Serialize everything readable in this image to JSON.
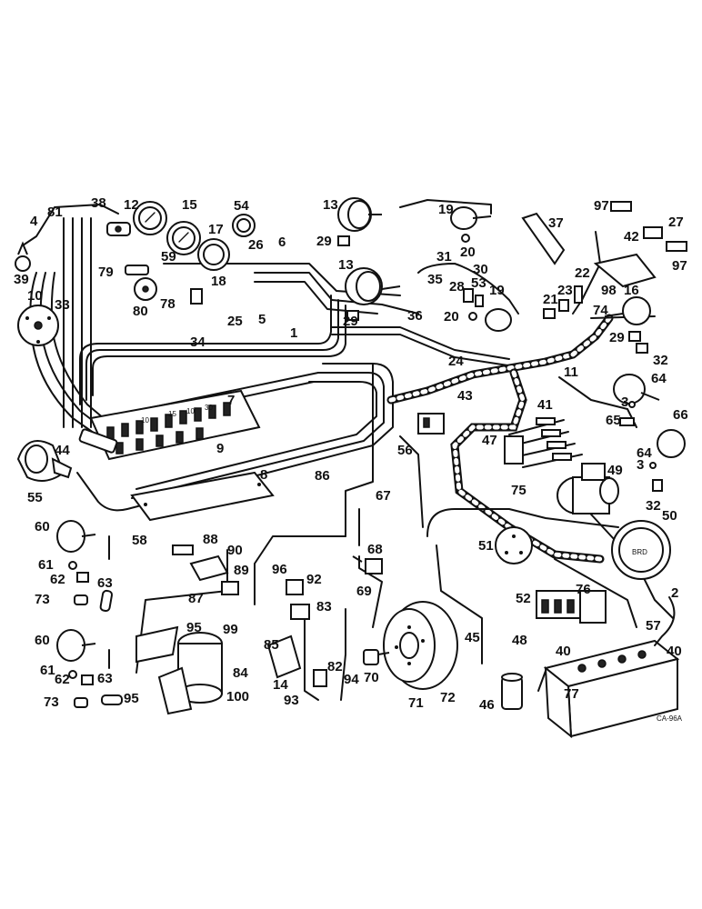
{
  "diagram": {
    "reference_code": "CA-96A",
    "callouts": {
      "c1": "1",
      "c2": "2",
      "c3a": "3",
      "c3b": "3",
      "c4": "4",
      "c5": "5",
      "c6": "6",
      "c7": "7",
      "c8": "8",
      "c9": "9",
      "c10": "10",
      "c11": "11",
      "c12": "12",
      "c13a": "13",
      "c13b": "13",
      "c14": "14",
      "c15": "15",
      "c16": "16",
      "c17": "17",
      "c18": "18",
      "c19a": "19",
      "c19b": "19",
      "c20a": "20",
      "c20b": "20",
      "c21": "21",
      "c22": "22",
      "c23": "23",
      "c24": "24",
      "c25": "25",
      "c26": "26",
      "c27": "27",
      "c28": "28",
      "c29a": "29",
      "c29b": "29",
      "c29c": "29",
      "c30": "30",
      "c31": "31",
      "c32a": "32",
      "c32b": "32",
      "c33": "33",
      "c34": "34",
      "c35": "35",
      "c36": "36",
      "c37": "37",
      "c38": "38",
      "c39": "39",
      "c40a": "40",
      "c40b": "40",
      "c41": "41",
      "c42": "42",
      "c43": "43",
      "c44": "44",
      "c45": "45",
      "c46": "46",
      "c47": "47",
      "c48": "48",
      "c49": "49",
      "c50": "50",
      "c51": "51",
      "c52": "52",
      "c53": "53",
      "c54": "54",
      "c55": "55",
      "c56": "56",
      "c57": "57",
      "c58": "58",
      "c59": "59",
      "c60a": "60",
      "c60b": "60",
      "c61a": "61",
      "c61b": "61",
      "c62a": "62",
      "c62b": "62",
      "c63a": "63",
      "c63b": "63",
      "c64a": "64",
      "c64b": "64",
      "c65": "65",
      "c66": "66",
      "c67": "67",
      "c68": "68",
      "c69": "69",
      "c70": "70",
      "c71": "71",
      "c72": "72",
      "c73a": "73",
      "c73b": "73",
      "c74": "74",
      "c75": "75",
      "c76": "76",
      "c77": "77",
      "c78": "78",
      "c79": "79",
      "c80": "80",
      "c81": "81",
      "c82": "82",
      "c83": "83",
      "c84": "84",
      "c85": "85",
      "c86": "86",
      "c87": "87",
      "c88": "88",
      "c89": "89",
      "c90": "90",
      "c92": "92",
      "c93": "93",
      "c94": "94",
      "c95a": "95",
      "c95b": "95",
      "c96": "96",
      "c97a": "97",
      "c97b": "97",
      "c98": "98",
      "c99": "99",
      "c100": "100"
    }
  }
}
